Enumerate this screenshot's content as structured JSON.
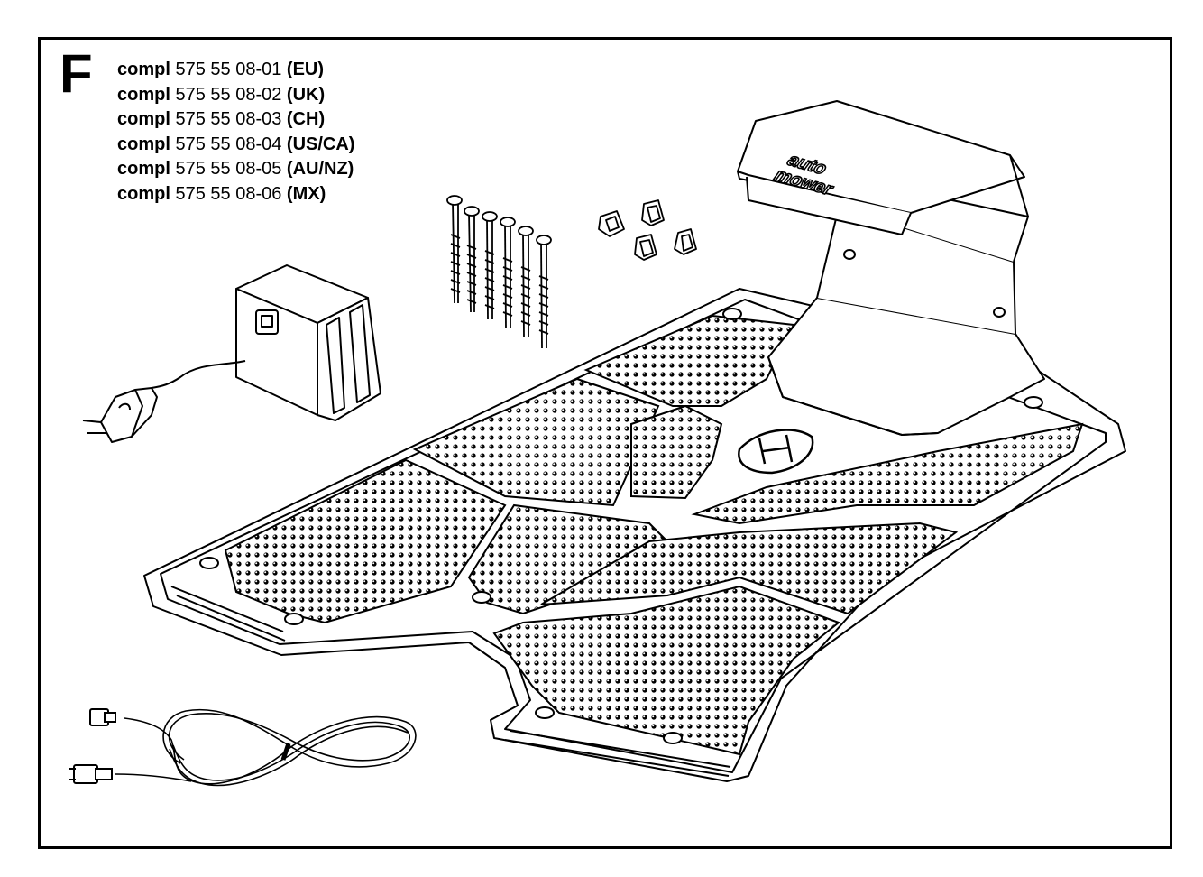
{
  "section": {
    "letter": "F"
  },
  "parts": [
    {
      "label": "compl",
      "number": "575 55 08-01",
      "region": "(EU)"
    },
    {
      "label": "compl",
      "number": "575 55 08-02",
      "region": "(UK)"
    },
    {
      "label": "compl",
      "number": "575 55 08-03",
      "region": "(CH)"
    },
    {
      "label": "compl",
      "number": "575 55 08-04",
      "region": "(US/CA)"
    },
    {
      "label": "compl",
      "number": "575 55 08-05",
      "region": "(AU/NZ)"
    },
    {
      "label": "compl",
      "number": "575 55 08-06",
      "region": "(MX)"
    }
  ],
  "station_brand": {
    "line1": "auto",
    "line2": "mower"
  },
  "colors": {
    "ink": "#000000",
    "paper": "#ffffff"
  },
  "icons": [
    "power-supply-icon",
    "plug-icon",
    "screws-icon",
    "connectors-icon",
    "charging-station-icon",
    "cable-icon"
  ]
}
